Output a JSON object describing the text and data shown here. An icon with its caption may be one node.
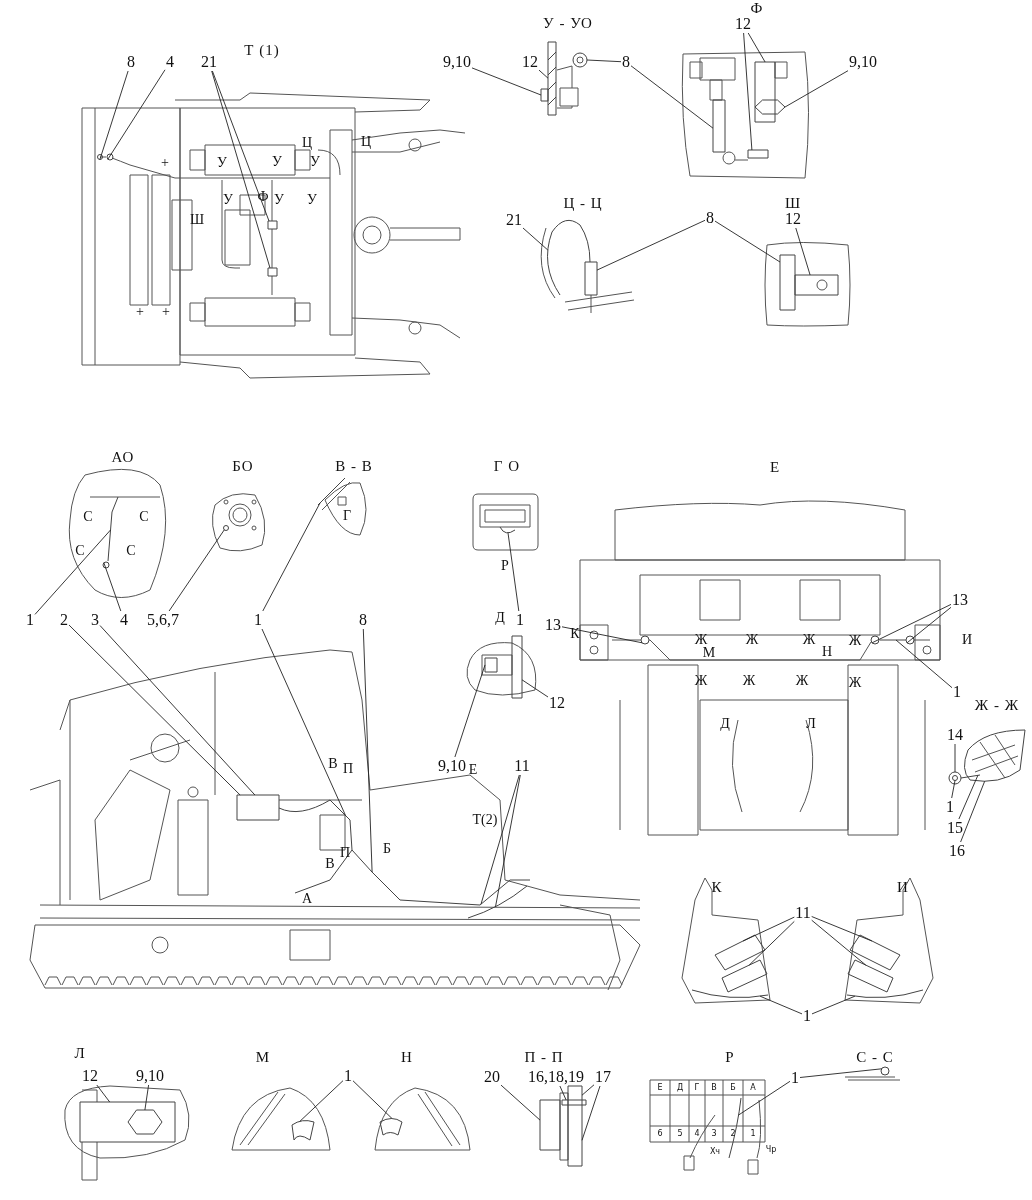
{
  "diagram": {
    "nodes": [
      {
        "text": [
          "8"
        ]
      },
      {
        "text": [
          "4"
        ]
      },
      {
        "text": [
          "21"
        ]
      },
      {
        "text": [
          "9,10"
        ]
      },
      {
        "text": [
          "12"
        ]
      },
      {
        "text": [
          "8"
        ]
      },
      {
        "text": [
          "12"
        ]
      },
      {
        "text": [
          "9,10"
        ]
      },
      {
        "text": [
          "21"
        ]
      },
      {
        "text": [
          "8"
        ]
      },
      {
        "text": [
          "12"
        ]
      },
      {
        "text": [
          "1"
        ]
      },
      {
        "text": [
          "2"
        ]
      },
      {
        "text": [
          "3"
        ]
      },
      {
        "text": [
          "4"
        ]
      },
      {
        "text": [
          "5,6,7"
        ]
      },
      {
        "text": [
          "1"
        ]
      },
      {
        "text": [
          "8"
        ]
      },
      {
        "text": [
          "1"
        ]
      },
      {
        "text": [
          "12"
        ]
      },
      {
        "text": [
          "9,10"
        ]
      },
      {
        "text": [
          "11"
        ]
      },
      {
        "text": [
          "13"
        ]
      },
      {
        "text": [
          "13"
        ]
      },
      {
        "text": [
          "1"
        ]
      },
      {
        "text": [
          "14"
        ]
      },
      {
        "text": [
          "1"
        ]
      },
      {
        "text": [
          "15"
        ]
      },
      {
        "text": [
          "16"
        ]
      },
      {
        "text": [
          "11"
        ]
      },
      {
        "text": [
          "1"
        ]
      },
      {
        "text": [
          "12"
        ]
      },
      {
        "text": [
          "9,10"
        ]
      },
      {
        "text": [
          "1"
        ]
      },
      {
        "text": [
          "20"
        ]
      },
      {
        "text": [
          "16,18,19"
        ]
      },
      {
        "text": [
          "17"
        ]
      },
      {
        "text": [
          "1"
        ]
      },
      {
        "text": [],
        "shape": "circle"
      },
      {
        "text": [],
        "shape": "circle"
      },
      {
        "text": [],
        "shape": "box"
      },
      {
        "text": [],
        "shape": "box"
      },
      {
        "text": [],
        "shape": "box"
      },
      {
        "text": [],
        "shape": "box"
      },
      {
        "text": [],
        "shape": "circle"
      },
      {
        "text": [],
        "shape": "box"
      },
      {
        "text": [],
        "shape": "box"
      },
      {
        "text": [],
        "shape": "box"
      },
      {
        "text": [],
        "shape": "hexagon"
      },
      {
        "text": [],
        "shape": "picture"
      },
      {
        "text": [],
        "shape": "box"
      },
      {
        "text": [],
        "shape": "box"
      },
      {
        "text": [],
        "shape": "box"
      },
      {
        "text": [],
        "shape": "picture"
      },
      {
        "text": [],
        "shape": "circle"
      },
      {
        "text": [],
        "shape": "box"
      },
      {
        "text": [],
        "shape": "circle"
      },
      {
        "text": [],
        "shape": "picture"
      },
      {
        "text": [],
        "shape": "picture"
      },
      {
        "text": [],
        "shape": "picture"
      },
      {
        "text": [],
        "shape": "picture"
      },
      {
        "text": [],
        "shape": "picture"
      },
      {
        "text": [],
        "shape": "box"
      },
      {
        "text": [],
        "shape": "box"
      },
      {
        "text": [],
        "shape": "circle"
      },
      {
        "text": [],
        "shape": "circle"
      },
      {
        "text": [],
        "shape": "circle"
      },
      {
        "text": [],
        "shape": "picture"
      },
      {
        "text": [],
        "shape": "circle"
      },
      {
        "text": [],
        "shape": "circle",
        "in": 68
      },
      {
        "text": [],
        "shape": "picture"
      },
      {
        "text": [],
        "shape": "picture"
      },
      {
        "text": [],
        "shape": "picture"
      },
      {
        "text": [],
        "shape": "picture"
      },
      {
        "text": [],
        "shape": "picture"
      },
      {
        "text": [],
        "shape": "picture"
      },
      {
        "text": [],
        "shape": "picture"
      },
      {
        "text": [],
        "shape": "picture"
      },
      {
        "text": [],
        "shape": "box"
      },
      {
        "text": [],
        "shape": "hexagon",
        "in": 78
      },
      {
        "text": [],
        "shape": "picture"
      },
      {
        "text": [],
        "shape": "picture"
      },
      {
        "text": [],
        "shape": "box"
      },
      {
        "text": [],
        "shape": "box"
      },
      {
        "text": [],
        "shape": "box"
      },
      {
        "text": [],
        "shape": "circle"
      },
      {
        "text": [],
        "shape": "picture"
      }
    ],
    "edges": [
      {
        "from": 0,
        "to": 38,
        "arrow": "none"
      },
      {
        "from": 1,
        "to": 39,
        "arrow": "none"
      },
      {
        "from": 2,
        "to": 40,
        "arrow": "none"
      },
      {
        "from": 2,
        "to": 41,
        "arrow": "none"
      },
      {
        "from": 3,
        "to": 42,
        "arrow": "none"
      },
      {
        "from": 4,
        "to": 43,
        "arrow": "none"
      },
      {
        "from": 5,
        "to": 44,
        "arrow": "none"
      },
      {
        "from": 5,
        "to": 45,
        "arrow": "none"
      },
      {
        "from": 6,
        "to": 46,
        "arrow": "none"
      },
      {
        "from": 6,
        "to": 47,
        "arrow": "none"
      },
      {
        "from": 7,
        "to": 48,
        "arrow": "none"
      },
      {
        "from": 8,
        "to": 49,
        "arrow": "none"
      },
      {
        "from": 9,
        "to": 50,
        "arrow": "none"
      },
      {
        "from": 9,
        "to": 51,
        "arrow": "none"
      },
      {
        "from": 10,
        "to": 52,
        "arrow": "none"
      },
      {
        "from": 11,
        "to": 53,
        "arrow": "none"
      },
      {
        "from": 12,
        "to": 55,
        "arrow": "none"
      },
      {
        "from": 13,
        "to": 55,
        "arrow": "none"
      },
      {
        "from": 14,
        "to": 54,
        "arrow": "none"
      },
      {
        "from": 15,
        "to": 56,
        "arrow": "none"
      },
      {
        "from": 16,
        "to": 57,
        "arrow": "none"
      },
      {
        "from": 16,
        "to": 58,
        "arrow": "none"
      },
      {
        "from": 17,
        "to": 59,
        "arrow": "none"
      },
      {
        "from": 18,
        "to": 61,
        "arrow": "none"
      },
      {
        "from": 19,
        "to": 62,
        "arrow": "none"
      },
      {
        "from": 20,
        "to": 63,
        "arrow": "none"
      },
      {
        "from": 21,
        "to": 59,
        "arrow": "none"
      },
      {
        "from": 21,
        "to": 60,
        "arrow": "none"
      },
      {
        "from": 22,
        "to": 64,
        "arrow": "none"
      },
      {
        "from": 23,
        "to": 65,
        "arrow": "none"
      },
      {
        "from": 23,
        "to": 66,
        "arrow": "none"
      },
      {
        "from": 24,
        "to": 67,
        "arrow": "none"
      },
      {
        "from": 25,
        "to": 68,
        "arrow": "none"
      },
      {
        "from": 26,
        "to": 69,
        "arrow": "none"
      },
      {
        "from": 27,
        "to": 70,
        "arrow": "none"
      },
      {
        "from": 28,
        "to": 71,
        "arrow": "none"
      },
      {
        "from": 29,
        "to": 72,
        "arrow": "none"
      },
      {
        "from": 29,
        "to": 73,
        "arrow": "none"
      },
      {
        "from": 29,
        "to": 74,
        "arrow": "none"
      },
      {
        "from": 29,
        "to": 75,
        "arrow": "none"
      },
      {
        "from": 30,
        "to": 76,
        "arrow": "none"
      },
      {
        "from": 30,
        "to": 77,
        "arrow": "none"
      },
      {
        "from": 31,
        "to": 78,
        "arrow": "none"
      },
      {
        "from": 32,
        "to": 79,
        "arrow": "none"
      },
      {
        "from": 33,
        "to": 80,
        "arrow": "none"
      },
      {
        "from": 33,
        "to": 81,
        "arrow": "none"
      },
      {
        "from": 34,
        "to": 82,
        "arrow": "none"
      },
      {
        "from": 35,
        "to": 83,
        "arrow": "none"
      },
      {
        "from": 36,
        "to": 84,
        "arrow": "none"
      },
      {
        "from": 36,
        "to": 84,
        "arrow": "none"
      },
      {
        "from": 37,
        "to": 85,
        "arrow": "none"
      },
      {
        "from": 37,
        "to": 86,
        "arrow": "none"
      }
    ],
    "labels": [
      "Т (1)",
      "У - УО",
      "Ф",
      "Ц",
      "Ц",
      "У",
      "+",
      "У",
      "У",
      "У",
      "Ф",
      "У",
      "У",
      "Ш",
      "+",
      "+",
      "Ц - Ц",
      "Ш",
      "АО",
      "БО",
      "В - В",
      "Г О",
      "Е",
      "С",
      "С",
      "С",
      "С",
      "Г",
      "Р",
      "Д",
      "К",
      "Ж",
      "Ж",
      "Ж",
      "Ж",
      "М",
      "Н",
      "Ж",
      "Ж",
      "Ж",
      "Ж",
      "И",
      "Е",
      "В",
      "П",
      "Т(2)",
      "Д",
      "Л",
      "Ж - Ж",
      "П",
      "В",
      "Б",
      "А",
      "К",
      "И",
      "Л",
      "М",
      "Н",
      "П - П",
      "Р",
      "С - С",
      "Е",
      "Д",
      "Г",
      "В",
      "Б",
      "А",
      "6",
      "5",
      "4",
      "3",
      "2",
      "1",
      "Хч",
      "Чр"
    ]
  }
}
